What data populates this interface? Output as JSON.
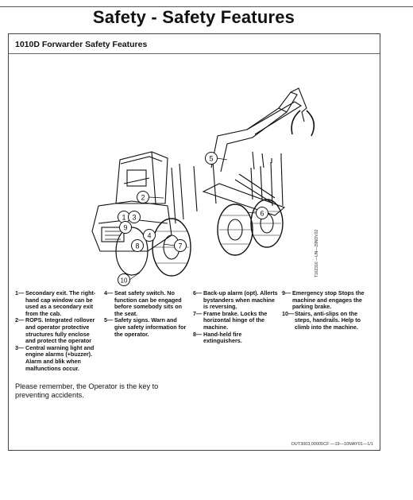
{
  "page": {
    "title": "Safety - Safety Features"
  },
  "panel": {
    "title": "1010D Forwarder Safety Features",
    "figure_id": "T162316 —UN—29NOV02",
    "callouts": [
      "1",
      "2",
      "3",
      "4",
      "5",
      "6",
      "7",
      "8",
      "9",
      "10"
    ],
    "columns": [
      [
        {
          "num": "1—",
          "text": "Secondary exit. The right-hand cap window can be used as a secondary exit from the cab."
        },
        {
          "num": "2—",
          "text": "ROPS. Integrated rollover and operator protective structures fully enclose and protect the operator"
        },
        {
          "num": "3—",
          "text": "Central warning light and engine alarms (+buzzer). Alarm and blik when malfunctions occur."
        }
      ],
      [
        {
          "num": "4—",
          "text": "Seat safety switch. No function can be engaged before somebody sits on the seat."
        },
        {
          "num": "5—",
          "text": "Safety signs. Warn and give safety information for the operator."
        }
      ],
      [
        {
          "num": "6—",
          "text": "Back-up alarm (opt). Allerts bystanders when machine is reversing."
        },
        {
          "num": "7—",
          "text": "Frame brake. Locks the horizontal hinge of the machine."
        },
        {
          "num": "8—",
          "text": "Hand-held fire extinguishers."
        }
      ],
      [
        {
          "num": "9—",
          "text": "Emergency stop Stops the machine and engages the parking brake."
        },
        {
          "num": "10—",
          "text": "Stairs, anti-slips on the steps, handrails. Help to climb into the machine."
        }
      ]
    ],
    "remember": "Please remember, the Operator is the key to preventing accidents.",
    "footer": "OUT3003,00005CF   —19—10MAY01—1/1"
  }
}
